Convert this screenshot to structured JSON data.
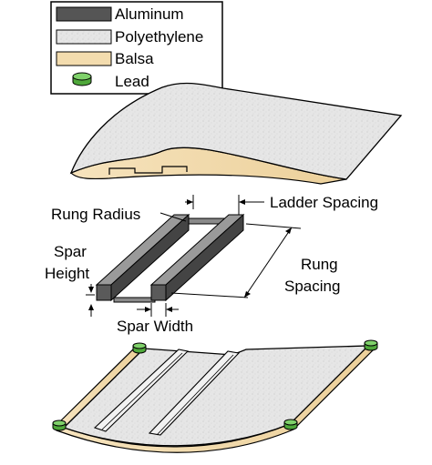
{
  "legend": {
    "items": [
      {
        "label": "Aluminum",
        "material": "aluminum",
        "color": "#555555"
      },
      {
        "label": "Polyethylene",
        "material": "polyethylene",
        "color": "#e4e4e4"
      },
      {
        "label": "Balsa",
        "material": "balsa",
        "color": "#f3dcae"
      },
      {
        "label": "Lead",
        "material": "lead",
        "color": "#7fd16a"
      }
    ]
  },
  "labels": {
    "rung_radius": "Rung Radius",
    "ladder_spacing": "Ladder Spacing",
    "spar_height_line1": "Spar",
    "spar_height_line2": "Height",
    "rung_spacing_line1": "Rung",
    "rung_spacing_line2": "Spacing",
    "spar_width": "Spar Width"
  },
  "colors": {
    "outline": "#111111",
    "aluminum_top": "#8a8a8a",
    "aluminum_side": "#4a4a4a",
    "polyethylene": "#e6e6e6",
    "balsa": "#f3dcae",
    "lead": "#7fd16a"
  }
}
